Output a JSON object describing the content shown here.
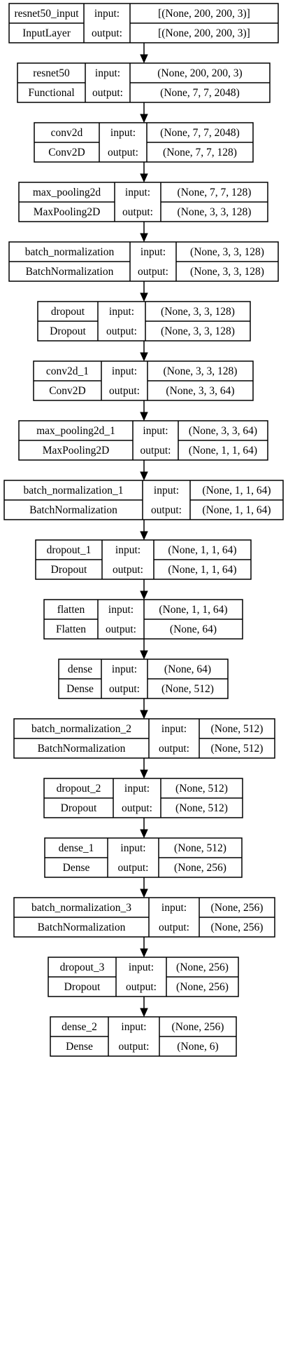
{
  "nodes": [
    {
      "name": "resnet50_input",
      "type": "InputLayer",
      "input_label": "input:",
      "output_label": "output:",
      "input": "[(None, 200, 200, 3)]",
      "output": "[(None, 200, 200, 3)]"
    },
    {
      "name": "resnet50",
      "type": "Functional",
      "input_label": "input:",
      "output_label": "output:",
      "input": "(None, 200, 200, 3)",
      "output": "(None, 7, 7, 2048)"
    },
    {
      "name": "conv2d",
      "type": "Conv2D",
      "input_label": "input:",
      "output_label": "output:",
      "input": "(None, 7, 7, 2048)",
      "output": "(None, 7, 7, 128)"
    },
    {
      "name": "max_pooling2d",
      "type": "MaxPooling2D",
      "input_label": "input:",
      "output_label": "output:",
      "input": "(None, 7, 7, 128)",
      "output": "(None, 3, 3, 128)"
    },
    {
      "name": "batch_normalization",
      "type": "BatchNormalization",
      "input_label": "input:",
      "output_label": "output:",
      "input": "(None, 3, 3, 128)",
      "output": "(None, 3, 3, 128)"
    },
    {
      "name": "dropout",
      "type": "Dropout",
      "input_label": "input:",
      "output_label": "output:",
      "input": "(None, 3, 3, 128)",
      "output": "(None, 3, 3, 128)"
    },
    {
      "name": "conv2d_1",
      "type": "Conv2D",
      "input_label": "input:",
      "output_label": "output:",
      "input": "(None, 3, 3, 128)",
      "output": "(None, 3, 3, 64)"
    },
    {
      "name": "max_pooling2d_1",
      "type": "MaxPooling2D",
      "input_label": "input:",
      "output_label": "output:",
      "input": "(None, 3, 3, 64)",
      "output": "(None, 1, 1, 64)"
    },
    {
      "name": "batch_normalization_1",
      "type": "BatchNormalization",
      "input_label": "input:",
      "output_label": "output:",
      "input": "(None, 1, 1, 64)",
      "output": "(None, 1, 1, 64)"
    },
    {
      "name": "dropout_1",
      "type": "Dropout",
      "input_label": "input:",
      "output_label": "output:",
      "input": "(None, 1, 1, 64)",
      "output": "(None, 1, 1, 64)"
    },
    {
      "name": "flatten",
      "type": "Flatten",
      "input_label": "input:",
      "output_label": "output:",
      "input": "(None, 1, 1, 64)",
      "output": "(None, 64)"
    },
    {
      "name": "dense",
      "type": "Dense",
      "input_label": "input:",
      "output_label": "output:",
      "input": "(None, 64)",
      "output": "(None, 512)"
    },
    {
      "name": "batch_normalization_2",
      "type": "BatchNormalization",
      "input_label": "input:",
      "output_label": "output:",
      "input": "(None, 512)",
      "output": "(None, 512)"
    },
    {
      "name": "dropout_2",
      "type": "Dropout",
      "input_label": "input:",
      "output_label": "output:",
      "input": "(None, 512)",
      "output": "(None, 512)"
    },
    {
      "name": "dense_1",
      "type": "Dense",
      "input_label": "input:",
      "output_label": "output:",
      "input": "(None, 512)",
      "output": "(None, 256)"
    },
    {
      "name": "batch_normalization_3",
      "type": "BatchNormalization",
      "input_label": "input:",
      "output_label": "output:",
      "input": "(None, 256)",
      "output": "(None, 256)"
    },
    {
      "name": "dropout_3",
      "type": "Dropout",
      "input_label": "input:",
      "output_label": "output:",
      "input": "(None, 256)",
      "output": "(None, 256)"
    },
    {
      "name": "dense_2",
      "type": "Dense",
      "input_label": "input:",
      "output_label": "output:",
      "input": "(None, 256)",
      "output": "(None, 6)"
    }
  ],
  "colors": {
    "stroke": "#000000",
    "background": "#ffffff",
    "text": "#000000"
  }
}
